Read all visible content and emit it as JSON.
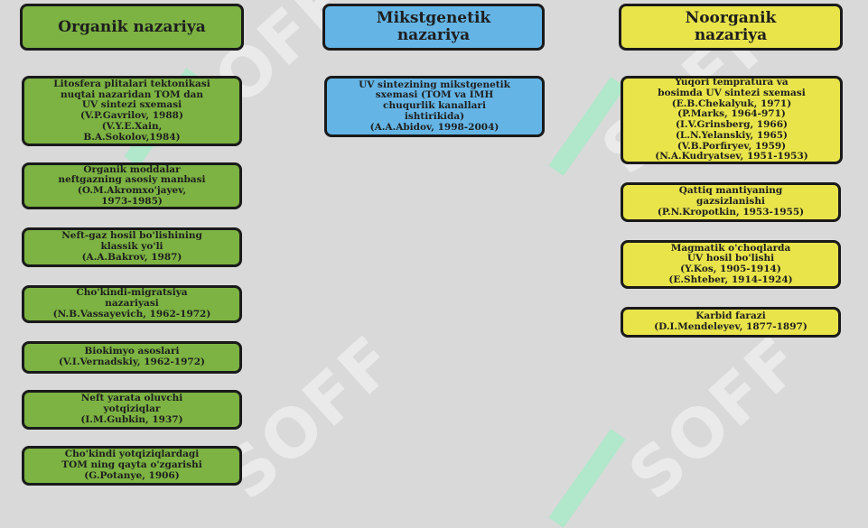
{
  "columns": {
    "organic": {
      "title": "Organik nazariya",
      "items": [
        {
          "lines": [
            "Litosfera plitalari tektonikasi",
            "nuqtai nazaridan TOM dan",
            "UV sintezi sxemasi",
            "(V.P.Gavrilov, 1988)",
            "(V.Y.E.Xain,",
            "B.A.Sokolov,1984)"
          ]
        },
        {
          "lines": [
            "Organik moddalar",
            "neftgazning asosiy manbasi",
            "(O.M.Akromxo'jayev,",
            "1973-1985)"
          ]
        },
        {
          "lines": [
            "Neft-gaz hosil bo'lishining",
            "klassik yo'li",
            "(A.A.Bakrov, 1987)"
          ]
        },
        {
          "lines": [
            "Cho'kindi-migratsiya",
            "nazariyasi",
            "(N.B.Vassayevich, 1962-1972)"
          ]
        },
        {
          "lines": [
            "Biokimyo asoslari",
            "(V.I.Vernadskiy, 1962-1972)"
          ]
        },
        {
          "lines": [
            "Neft yarata oluvchi",
            "yotqiziqlar",
            "(I.M.Gubkin, 1937)"
          ]
        },
        {
          "lines": [
            "Cho'kindi yotqiziqlardagi",
            "TOM ning qayta o'zgarishi",
            "(G.Potanye, 1906)"
          ]
        }
      ]
    },
    "mixed": {
      "title": "Mikstgenetik nazariya",
      "items": [
        {
          "lines": [
            "UV sintezining mikstgenetik",
            "sxemasi (TOM va IMH",
            "chuqurlik kanallari",
            "ishtirikida)",
            "(A.A.Abidov, 1998-2004)"
          ]
        }
      ]
    },
    "inorganic": {
      "title": "Noorganik nazariya",
      "items": [
        {
          "lines": [
            "Yuqori tempratura va",
            "bosimda UV sintezi sxemasi",
            "(E.B.Chekalyuk, 1971)",
            "(P.Marks, 1964-971)",
            "(I.V.Grinsberg, 1966)",
            "(L.N.Yelanskiy, 1965)",
            "(V.B.Porfiryev, 1959)",
            "(N.A.Kudryatsev, 1951-1953)"
          ]
        },
        {
          "lines": [
            "Qattiq mantiyaning",
            "gazsizlanishi",
            "(P.N.Kropotkin, 1953-1955)"
          ]
        },
        {
          "lines": [
            "Magmatik o'choqlarda",
            "UV hosil bo'lishi",
            "(Y.Kos, 1905-1914)",
            "(E.Shteber, 1914-1924)"
          ]
        },
        {
          "lines": [
            "Karbid farazi",
            "(D.I.Mendeleyev, 1877-1897)"
          ]
        }
      ]
    }
  },
  "watermark": "SOFF"
}
